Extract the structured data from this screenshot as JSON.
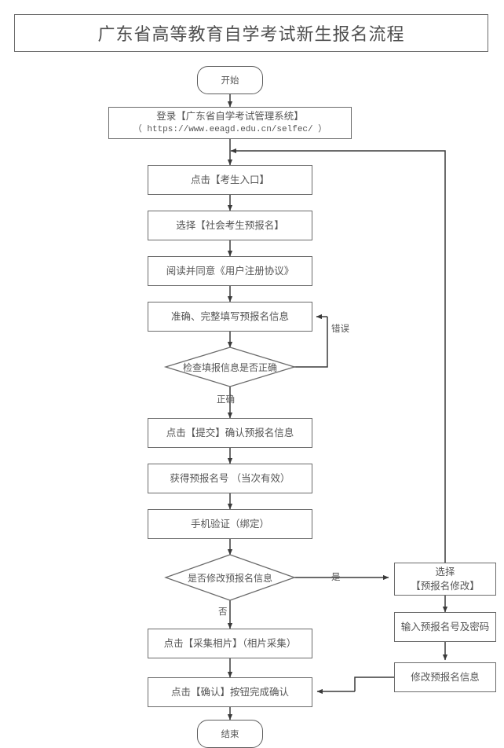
{
  "title": "广东省高等教育自学考试新生报名流程",
  "nodes": {
    "start": "开始",
    "login_line1": "登录【广东省自学考试管理系统】",
    "login_line2": "（ https://www.eeagd.edu.cn/selfec/ ）",
    "click_entry": "点击【考生入口】",
    "select_pre_register": "选择【社会考生预报名】",
    "agree_agreement": "阅读并同意《用户注册协议》",
    "fill_info": "准确、完整填写预报名信息",
    "check_info": "检查填报信息是否正确",
    "submit_confirm": "点击【提交】确认预报名信息",
    "get_number": "获得预报名号 （当次有效）",
    "phone_verify": "手机验证（绑定）",
    "modify_decision": "是否修改预报名信息",
    "collect_photo": "点击【采集相片】（相片采集）",
    "click_confirm": "点击【确认】按钮完成确认",
    "end": "结束",
    "select_modify_line1": "选择",
    "select_modify_line2": "【预报名修改】",
    "input_number_password": "输入预报名号及密码",
    "modify_info": "修改预报名信息"
  },
  "edge_labels": {
    "error": "错误",
    "correct": "正确",
    "yes": "是",
    "no": "否"
  },
  "colors": {
    "border": "#6b6b6b",
    "text": "#555555",
    "line": "#3a3a3a",
    "background": "#ffffff"
  }
}
